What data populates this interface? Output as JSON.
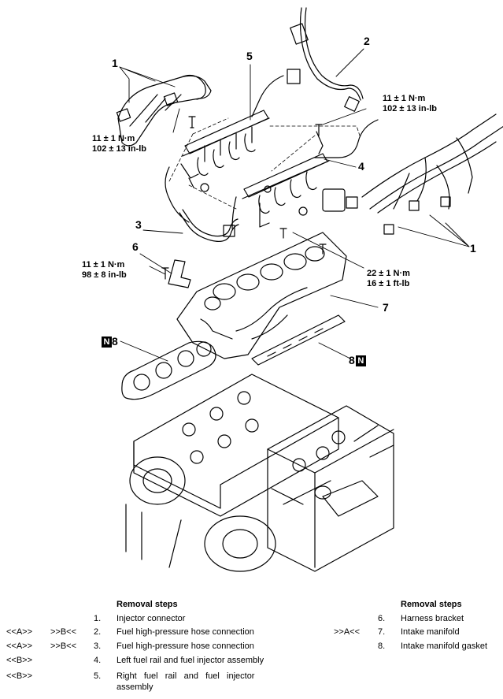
{
  "callouts": {
    "c1_top": "1",
    "c2": "2",
    "c5": "5",
    "c4": "4",
    "c3": "3",
    "c6": "6",
    "c7": "7",
    "c1_right": "1",
    "c8_left": "8",
    "c8_right": "8",
    "new_badge": "N"
  },
  "torques": {
    "t_left_top": [
      "11 ± 1 N·m",
      "102 ± 13 in-lb"
    ],
    "t_right_top": [
      "11 ± 1 N·m",
      "102 ± 13 in-lb"
    ],
    "t_bracket": [
      "11 ± 1 N·m",
      "98 ± 8 in-lb"
    ],
    "t_manifold": [
      "22 ± 1 N·m",
      "16 ± 1 ft-lb"
    ]
  },
  "removal_left": {
    "heading": "Removal steps",
    "rows": [
      {
        "ref1": "",
        "ref2": "",
        "num": "1.",
        "text": "Injector connector"
      },
      {
        "ref1": "<<A>>",
        "ref2": ">>B<<",
        "num": "2.",
        "text": "Fuel high-pressure hose connection"
      },
      {
        "ref1": "<<A>>",
        "ref2": ">>B<<",
        "num": "3.",
        "text": "Fuel high-pressure hose connection"
      },
      {
        "ref1": "<<B>>",
        "ref2": "",
        "num": "4.",
        "text": "Left fuel rail and fuel injector assembly"
      },
      {
        "ref1": "<<B>>",
        "ref2": "",
        "num": "5.",
        "text": "Right   fuel   rail   and   fuel   injector"
      },
      {
        "ref1": "",
        "ref2": "",
        "num": "",
        "text": "assembly"
      }
    ]
  },
  "removal_right": {
    "heading": "Removal steps",
    "rows": [
      {
        "ref1": "",
        "num": "6.",
        "text": "Harness bracket"
      },
      {
        "ref1": ">>A<<",
        "num": "7.",
        "text": "Intake manifold"
      },
      {
        "ref1": "",
        "num": "8.",
        "text": "Intake manifold gasket"
      }
    ]
  }
}
